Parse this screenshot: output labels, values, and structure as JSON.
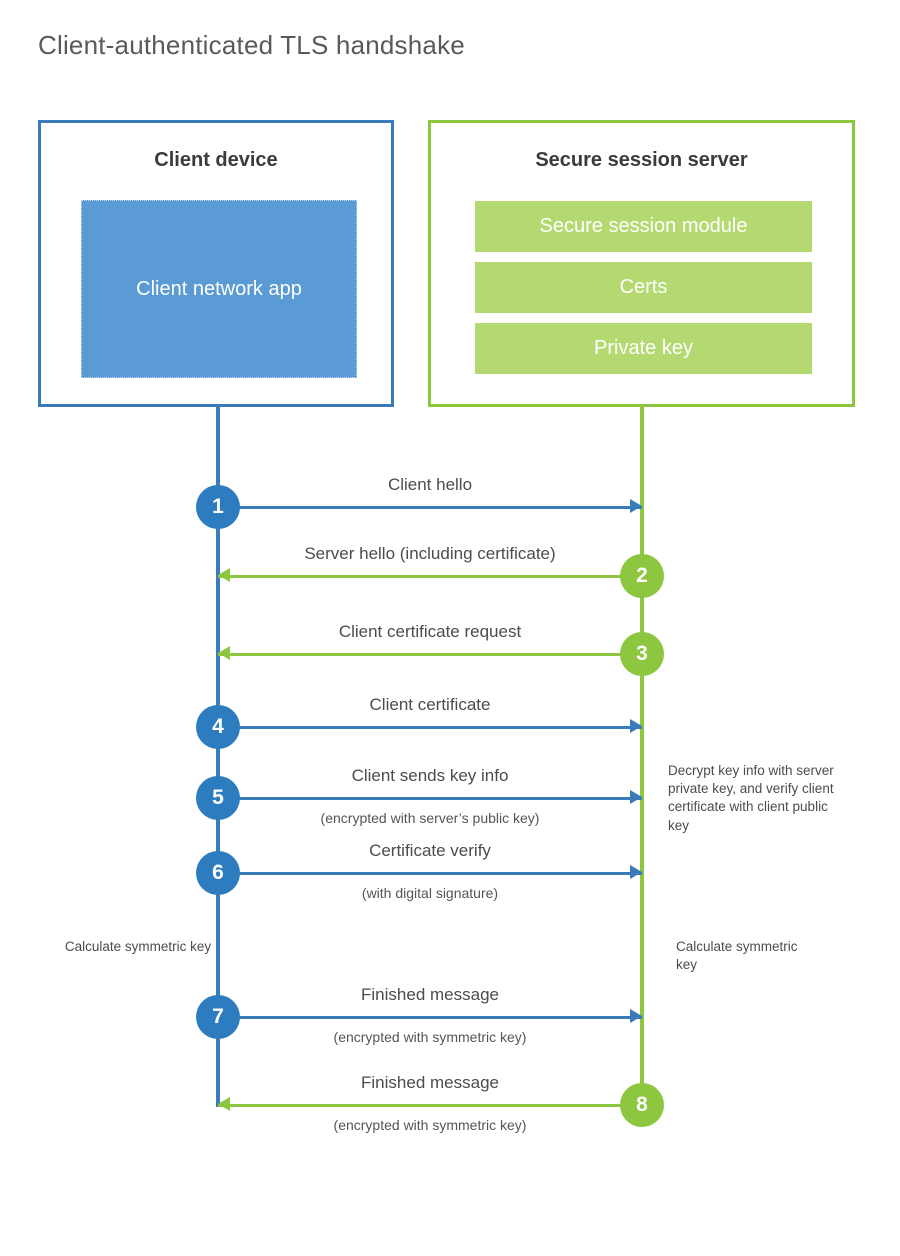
{
  "title": "Client-authenticated TLS handshake",
  "colors": {
    "client_accent": "#3a7cb9",
    "client_fill": "#5b9bd5",
    "client_circle": "#2e7cc0",
    "server_accent": "#8dc63f",
    "server_fill": "#b5d971",
    "text": "#4c4c4c",
    "title_text": "#5a5a5a"
  },
  "client": {
    "title": "Client device",
    "app_label": "Client network app"
  },
  "server": {
    "title": "Secure session server",
    "components": [
      {
        "label": "Secure session module"
      },
      {
        "label": "Certs"
      },
      {
        "label": "Private key"
      }
    ]
  },
  "notes": {
    "server_decrypt": "Decrypt key info with server private key, and verify client certificate with client public key",
    "client_calc": "Calculate symmetric key",
    "server_calc": "Calculate symmetric key"
  },
  "messages": [
    {
      "step": "1",
      "label": "Client hello",
      "sublabel": "",
      "direction": "client-to-server",
      "origin": "client"
    },
    {
      "step": "2",
      "label": "Server hello (including certificate)",
      "sublabel": "",
      "direction": "server-to-client",
      "origin": "server"
    },
    {
      "step": "3",
      "label": "Client certificate request",
      "sublabel": "",
      "direction": "server-to-client",
      "origin": "server"
    },
    {
      "step": "4",
      "label": "Client certificate",
      "sublabel": "",
      "direction": "client-to-server",
      "origin": "client"
    },
    {
      "step": "5",
      "label": "Client sends key info",
      "sublabel": "(encrypted with server’s public key)",
      "direction": "client-to-server",
      "origin": "client"
    },
    {
      "step": "6",
      "label": "Certificate verify",
      "sublabel": "(with digital signature)",
      "direction": "client-to-server",
      "origin": "client"
    },
    {
      "step": "7",
      "label": "Finished message",
      "sublabel": "(encrypted with symmetric key)",
      "direction": "client-to-server",
      "origin": "client"
    },
    {
      "step": "8",
      "label": "Finished message",
      "sublabel": "(encrypted with symmetric key)",
      "direction": "server-to-client",
      "origin": "server"
    }
  ]
}
